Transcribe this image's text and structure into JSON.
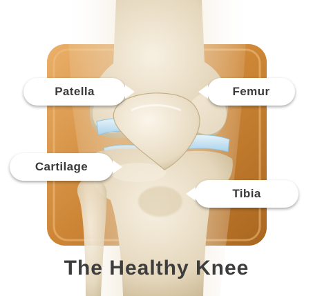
{
  "title": "The Healthy Knee",
  "labels": {
    "patella": "Patella",
    "femur": "Femur",
    "cartilage": "Cartilage",
    "tibia": "Tibia"
  },
  "colors": {
    "background_panel": "#c98332",
    "panel_highlight": "#e7a454",
    "bone": "#ece2cf",
    "bone_shadow": "#cdbf9f",
    "cartilage": "#c8e3f2",
    "label_text": "#3a3a3a",
    "title_text": "#3d3d3d"
  }
}
